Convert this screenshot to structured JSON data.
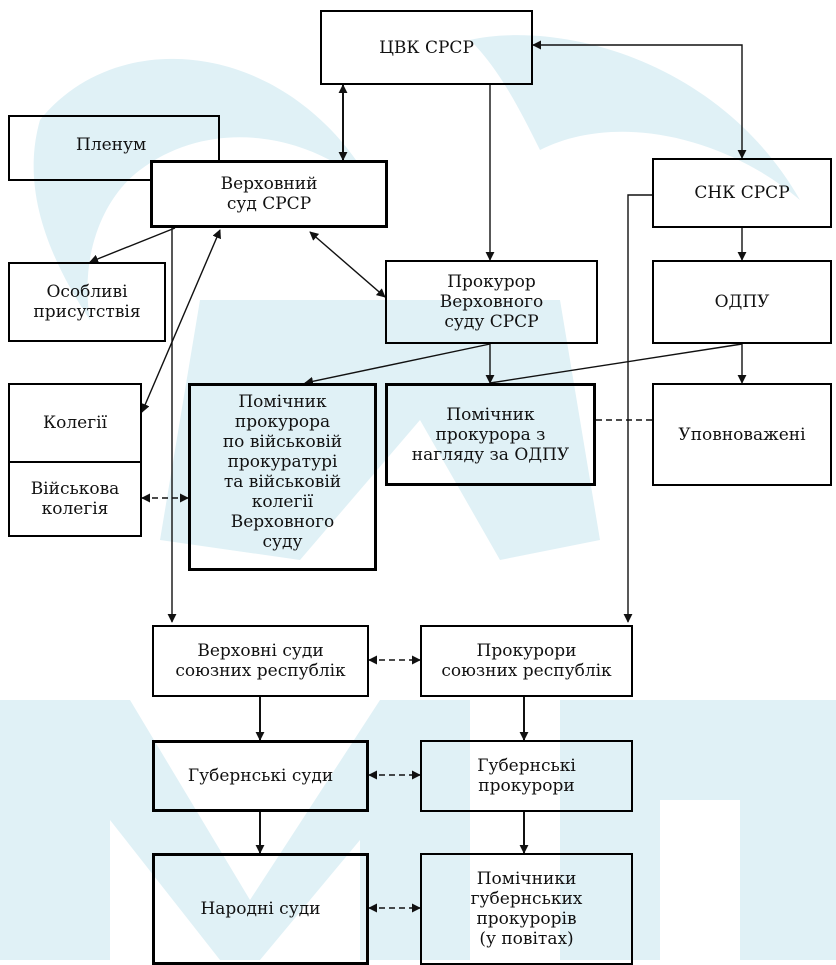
{
  "colors": {
    "line": "#111111",
    "watermark": "#e0f1f6",
    "background": "#ffffff"
  },
  "nodes": {
    "cvk": "ЦВК СРСР",
    "plenum": "Пленум",
    "supreme_court": "Верховний\nсуд СРСР",
    "snk": "СНК СРСР",
    "special_presence": "Особливі\nприсутствія",
    "prosecutor_supreme": "Прокурор\nВерховного\nсуду СРСР",
    "odpu": "ОДПУ",
    "colleges": "Колегії",
    "military_college": "Військова\nколегія",
    "asst_military": "Помічник\nпрокурора\nпо військовій\nпрокуратурі\nта військовій\nколегії\nВерховного\nсуду",
    "asst_odpu": "Помічник\nпрокурора з\nнагляду за ОДПУ",
    "authorized": "Уповноважені",
    "republic_courts": "Верховні суди\nсоюзних республік",
    "republic_prosecutors": "Прокурори\nсоюзних республік",
    "provincial_courts": "Губернські суди",
    "provincial_prosecutors": "Губернські\nпрокурори",
    "peoples_courts": "Народні суди",
    "provincial_assistants": "Помічники\nгубернських\nпрокурорів\n(у повітах)"
  }
}
